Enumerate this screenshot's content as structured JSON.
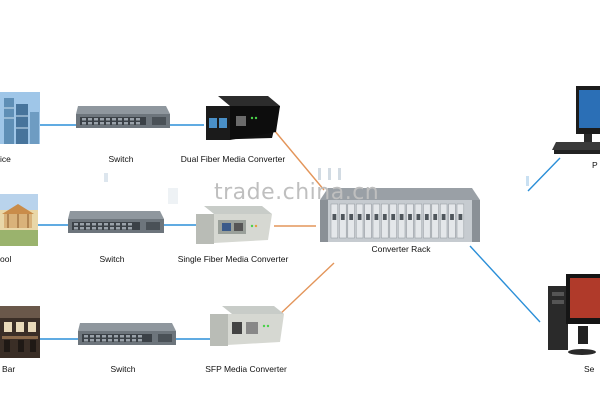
{
  "watermark": "trade.china.cn",
  "devices": {
    "office_label": "ice",
    "school_label": "ool",
    "bar_label": "Bar",
    "switch1_label": "Switch",
    "switch2_label": "Switch",
    "switch3_label": "Switch",
    "conv1_label": "Dual Fiber Media Converter",
    "conv2_label": "Single Fiber Media Converter",
    "conv3_label": "SFP Media Converter",
    "rack_label": "Converter Rack",
    "pc_label": "P",
    "server_label": "Se"
  },
  "colors": {
    "ethernet_link": "#2b8fd8",
    "fiber_link": "#e3955a"
  }
}
